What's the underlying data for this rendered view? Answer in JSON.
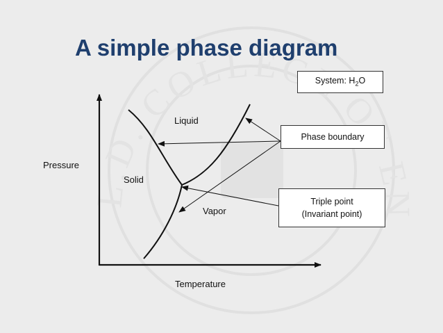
{
  "slide": {
    "title": "A simple phase diagram",
    "watermark": "L.D. COLLEGE OF ENGINEERING AHMEDABAD"
  },
  "diagram": {
    "y_axis_label": "Pressure",
    "x_axis_label": "Temperature",
    "regions": {
      "liquid": "Liquid",
      "solid": "Solid",
      "vapor": "Vapor"
    },
    "system_box": {
      "prefix": "System: H",
      "subscript": "2",
      "suffix": "O"
    },
    "phase_boundary_box": "Phase boundary",
    "triple_point_box": {
      "line1": "Triple point",
      "line2": "(Invariant point)"
    }
  },
  "colors": {
    "background": "#ececec",
    "title": "#1f3f6e",
    "lines": "#111111"
  }
}
